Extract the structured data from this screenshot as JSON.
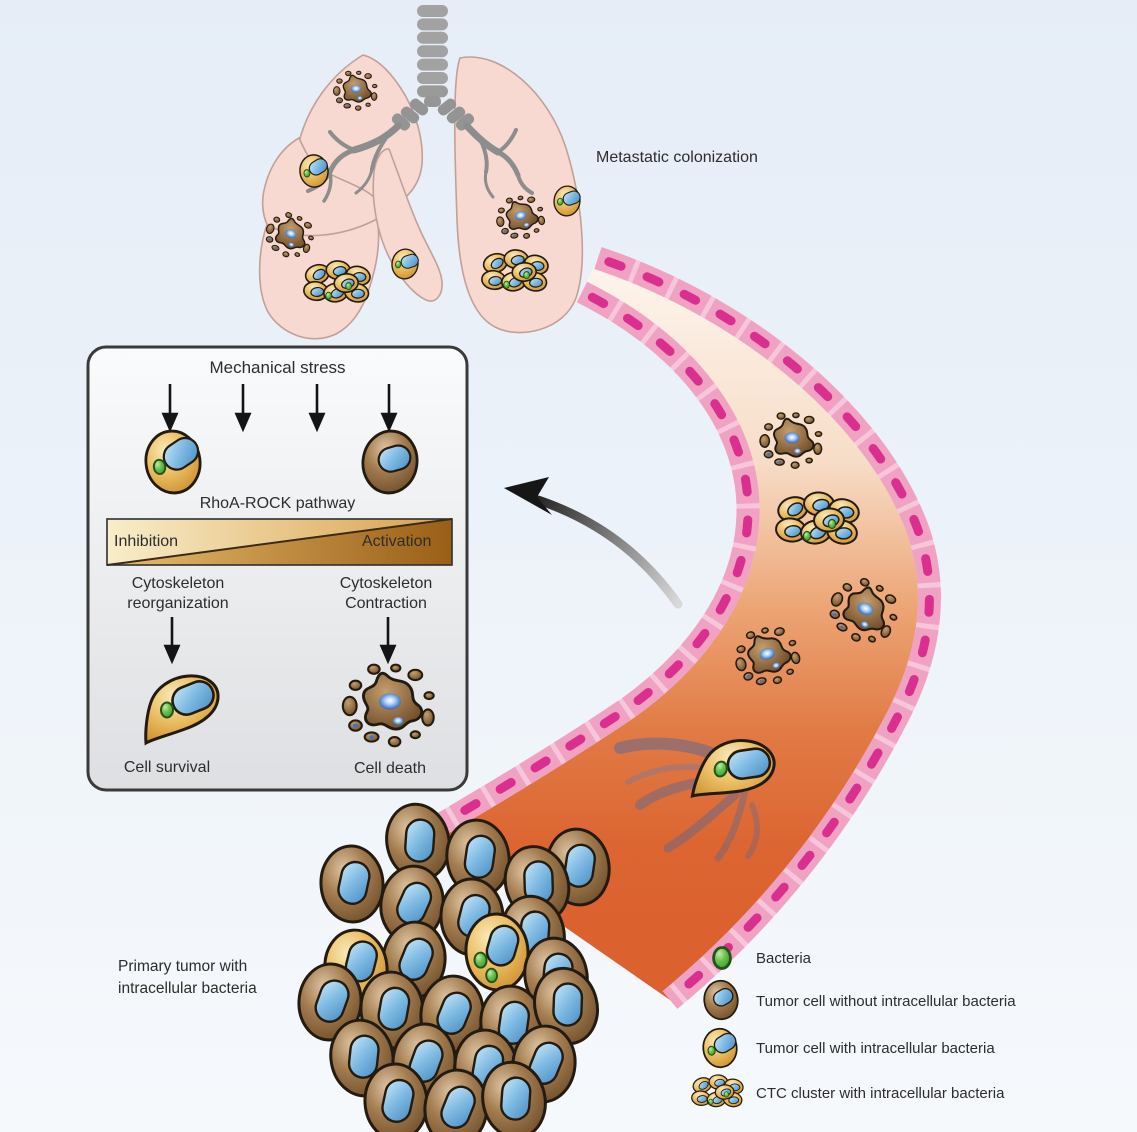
{
  "figure": {
    "metastatic_label": "Metastatic colonization",
    "primary_tumor_label": {
      "line1": "Primary tumor with",
      "line2": "intracellular bacteria"
    }
  },
  "inset": {
    "title": "Mechanical stress",
    "pathway_label": "RhoA-ROCK pathway",
    "bar": {
      "left": "Inhibition",
      "right": "Activation"
    },
    "left_branch": {
      "line1": "Cytoskeleton",
      "line2": "reorganization"
    },
    "right_branch": {
      "line1": "Cytoskeleton",
      "line2": "Contraction"
    },
    "left_outcome": "Cell survival",
    "right_outcome": "Cell death"
  },
  "legend": {
    "items": [
      {
        "label": "Bacteria"
      },
      {
        "label": "Tumor cell without intracellular bacteria"
      },
      {
        "label": "Tumor cell with intracellular bacteria"
      },
      {
        "label": "CTC cluster with intracellular bacteria"
      }
    ]
  },
  "colors": {
    "background": "#e9f0f8",
    "vessel_wall_pink": "#f0a2c2",
    "endothelial_nucleus_pink": "#d93090",
    "vessel_lumen_orange": "#dc6430",
    "lung_pink": "#f7d9d1",
    "tumor_cell_brown": "#9a7450",
    "tumor_cell_yellow": "#ecbf63",
    "nucleus_blue": "#6fb0dd",
    "bacteria_green": "#55b244"
  }
}
